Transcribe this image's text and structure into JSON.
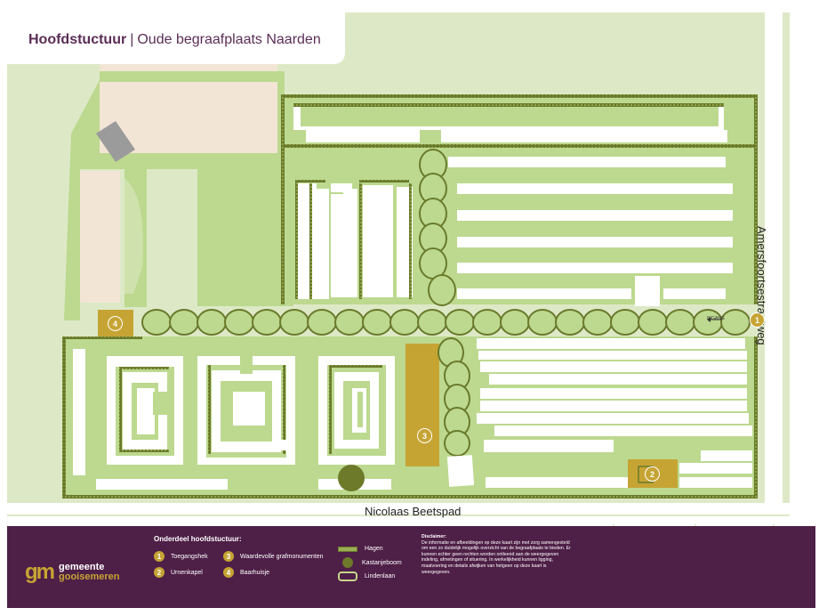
{
  "map": {
    "title_bold": "Hoofdstuctuur",
    "title_separator": "|",
    "title_rest": "Oude begraafplaats Naarden",
    "road_east": "Amersfoortsestraatweg",
    "road_south": "Nicolaas Beetspad",
    "entrance_label": "INGANG",
    "pins": [
      {
        "label": "1"
      },
      {
        "label": "2"
      },
      {
        "label": "3"
      },
      {
        "label": "4"
      }
    ]
  },
  "colors": {
    "field": "#bcd98f",
    "lawn": "#dde9c6",
    "path": "#e5efd4",
    "hedge": "#6a7a2b",
    "sand": "#f2e5d5",
    "gold": "#c6a434",
    "purple": "#4e1f47",
    "chestnut": "#6d7a2a"
  },
  "legend": {
    "heading": "Onderdeel hoofdstuctuur:",
    "numbered": [
      {
        "num": "1",
        "label": "Toegangshek"
      },
      {
        "num": "2",
        "label": "Urnenkapel"
      },
      {
        "num": "3",
        "label": "Waardevolle grafmonumenten"
      },
      {
        "num": "4",
        "label": "Baarhuisje"
      }
    ],
    "symbols": [
      {
        "icon": "hedge-icon",
        "label": "Hagen"
      },
      {
        "icon": "tree-icon",
        "label": "Kastanjeboom"
      },
      {
        "icon": "avenue-icon",
        "label": "Lindenlaan"
      }
    ]
  },
  "disclaimer": {
    "heading": "Disclaimer:",
    "text": "De informatie en afbeeldingen op deze kaart zijn met zorg samengesteld om een zo duidelijk mogelijk overzicht van de begraafplaats te bieden. Er kunnen echter geen rechten worden ontleend aan de weergegeven indeling, afmetingen of situering. In werkelijkheid kunnen ligging, maatvoering en details afwijken van hetgeen op deze kaart is weergegeven."
  },
  "logo": {
    "mark": "gm",
    "line1": "gemeente",
    "line2": "gooisemeren"
  }
}
